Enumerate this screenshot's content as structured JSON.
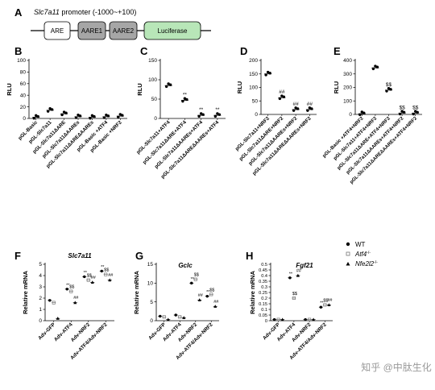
{
  "panel_a": {
    "letter": "A",
    "title_gene": "Slc7a11",
    "title_rest": " promoter (-1000~+100)",
    "elements": [
      {
        "label": "ARE",
        "fill": "#ffffff"
      },
      {
        "label": "AARE1",
        "fill": "#a6a6a6"
      },
      {
        "label": "AARE2",
        "fill": "#a6a6a6"
      },
      {
        "label": "Luciferase",
        "fill": "#b8e6b8"
      }
    ]
  },
  "colors": {
    "wt": "#000000",
    "atf4": "#777777",
    "nfe2l2": "#000000",
    "luciferase": "#b8e6b8",
    "aare": "#a6a6a6"
  },
  "legend": [
    {
      "label": "WT",
      "marker": "circle",
      "italic": false
    },
    {
      "label": "Atf4",
      "sup": "-/-",
      "marker": "square",
      "italic": true
    },
    {
      "label": "Nfe2l2",
      "sup": "-/-",
      "marker": "triangle",
      "italic": true
    }
  ],
  "watermark": "知乎 @中肽生化",
  "chart_data": [
    {
      "id": "B",
      "type": "scatter",
      "title": "",
      "ylabel": "RLU",
      "ylim": [
        0,
        100
      ],
      "yticks": [
        0,
        20,
        40,
        60,
        80,
        100
      ],
      "categories": [
        "pGL-Basic",
        "pGL-Slc7a11",
        "pGL-Slc7a11ΔARE",
        "pGL-Slc7a11ΔAAREs",
        "pGL-Slc7a11ΔAREΔAAREs",
        "pGL-Basic +ATF4",
        "pGL-Basic +NRF2"
      ],
      "values": [
        2,
        14,
        8,
        3,
        2,
        3,
        4
      ],
      "annotations": [
        "",
        "",
        "",
        "",
        "",
        "",
        ""
      ]
    },
    {
      "id": "C",
      "type": "scatter",
      "title": "",
      "ylabel": "RLU",
      "ylim": [
        0,
        150
      ],
      "yticks": [
        0,
        50,
        100,
        150
      ],
      "categories": [
        "pGL-Slc7a11+ATF4",
        "pGL-Slc7a11ΔARE+ATF4",
        "pGL-Slc7a11ΔAAREs+ATF4",
        "pGL-Slc7a11ΔAREΔAAREs+ATF4"
      ],
      "values": [
        85,
        47,
        8,
        8
      ],
      "annotations": [
        "",
        "**",
        "**",
        "**"
      ]
    },
    {
      "id": "D",
      "type": "scatter",
      "title": "",
      "ylabel": "RLU",
      "ylim": [
        0,
        200
      ],
      "yticks": [
        0,
        50,
        100,
        150,
        200
      ],
      "categories": [
        "pGL-Slc7a11+NRF2",
        "pGL-Slc7a11ΔARE+NRF2",
        "pGL-Slc7a11ΔAAREs+NRF2",
        "pGL-Slc7a11ΔAREΔAAREs+NRF2"
      ],
      "values": [
        150,
        62,
        18,
        18
      ],
      "annotations": [
        "",
        "##",
        "##",
        "##"
      ]
    },
    {
      "id": "E",
      "type": "scatter",
      "title": "",
      "ylabel": "RLU",
      "ylim": [
        0,
        400
      ],
      "yticks": [
        0,
        100,
        200,
        300,
        400
      ],
      "categories": [
        "pGL-Basic +ATF4+NRF2",
        "pGL-Slc7a11+ATF4+NRF2",
        "pGL-Slc7a11ΔARE+ATF4+NRF2",
        "pGL-Slc7a11ΔAAREs+ATF4+NRF2",
        "pGL-Slc7a11ΔAREΔAAREs+ATF4+NRF2"
      ],
      "values": [
        5,
        345,
        180,
        10,
        10
      ],
      "annotations": [
        "",
        "",
        "$$",
        "$$",
        "$$"
      ]
    },
    {
      "id": "F",
      "type": "scatter",
      "title": "Slc7a11",
      "ylabel": "Relative mRNA",
      "ylim": [
        0,
        5
      ],
      "yticks": [
        0,
        1,
        2,
        3,
        4,
        5
      ],
      "categories": [
        "Adv-GFP",
        "Adv-ATF4",
        "Adv-NRF2",
        "Adv-ATF4/Adv-NRF2"
      ],
      "series": [
        {
          "name": "WT",
          "values": [
            1.8,
            2.8,
            3.9,
            4.4
          ],
          "annotations": [
            "",
            "**",
            "**",
            "**"
          ]
        },
        {
          "name": "Atf4-/-",
          "values": [
            1.6,
            2.6,
            3.6,
            4.1
          ],
          "annotations": [
            "",
            "$$",
            "$$",
            "$$"
          ]
        },
        {
          "name": "Nfe2l2-/-",
          "values": [
            0.2,
            1.6,
            3.4,
            3.6
          ],
          "annotations": [
            "",
            "##",
            "##",
            "##"
          ]
        }
      ]
    },
    {
      "id": "G",
      "type": "scatter",
      "title": "Gclc",
      "ylabel": "Relative mRNA",
      "ylim": [
        0,
        15
      ],
      "yticks": [
        0,
        5,
        10,
        15
      ],
      "categories": [
        "Adv-GFP",
        "Adv-ATF4",
        "Adv-NRF2",
        "Adv-ATF4/Adv-NRF2"
      ],
      "series": [
        {
          "name": "WT",
          "values": [
            1.2,
            1.5,
            10.0,
            6.5
          ],
          "annotations": [
            "",
            "",
            "**",
            "**"
          ]
        },
        {
          "name": "Atf4-/-",
          "values": [
            1.0,
            1.0,
            11.0,
            7.0
          ],
          "annotations": [
            "",
            "",
            "$$",
            "$$"
          ]
        },
        {
          "name": "Nfe2l2-/-",
          "values": [
            0.3,
            0.8,
            5.5,
            3.8
          ],
          "annotations": [
            "",
            "",
            "##",
            "##"
          ]
        }
      ]
    },
    {
      "id": "H",
      "type": "scatter",
      "title": "Fgf21",
      "ylabel": "Relative mRNA",
      "ylim": [
        0,
        0.5
      ],
      "yticks": [
        0,
        0.05,
        0.1,
        0.15,
        0.2,
        0.25,
        0.3,
        0.35,
        0.4,
        0.45,
        0.5
      ],
      "categories": [
        "Adv-GFP",
        "Adv-ATF4",
        "Adv-NRF2",
        "Adv-ATF4/Adv-NRF2"
      ],
      "series": [
        {
          "name": "WT",
          "values": [
            0.01,
            0.38,
            0.01,
            0.12
          ],
          "annotations": [
            "",
            "**",
            "",
            "**"
          ]
        },
        {
          "name": "Atf4-/-",
          "values": [
            0.01,
            0.2,
            0.01,
            0.14
          ],
          "annotations": [
            "",
            "$$",
            "",
            "$$"
          ]
        },
        {
          "name": "Nfe2l2-/-",
          "values": [
            0.01,
            0.4,
            0.01,
            0.14
          ],
          "annotations": [
            "",
            "##",
            "",
            "##"
          ]
        }
      ]
    }
  ]
}
